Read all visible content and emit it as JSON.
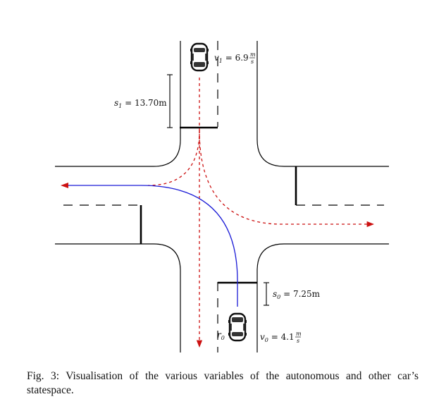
{
  "figure": {
    "ego_car": {
      "symbol": "v",
      "subscript": "0",
      "value": "4.1",
      "unit_num": "m",
      "unit_den": "s",
      "distance_symbol": "s",
      "distance_subscript": "0",
      "distance_value": "7.25m",
      "marker_label": "r",
      "marker_subscript": "0"
    },
    "other_car": {
      "symbol": "v",
      "subscript": "1",
      "value": "6.9",
      "unit_num": "m",
      "unit_den": "s",
      "distance_symbol": "s",
      "distance_subscript": "1",
      "distance_value": "13.70m"
    },
    "colors": {
      "road_lines": "#000000",
      "ego_path": "#1a1ad6",
      "other_paths": "#cc1111"
    }
  },
  "caption": {
    "prefix": "Fig. 3:",
    "text": "Visualisation of the various variables of the autonomous and other car’s statespace."
  }
}
